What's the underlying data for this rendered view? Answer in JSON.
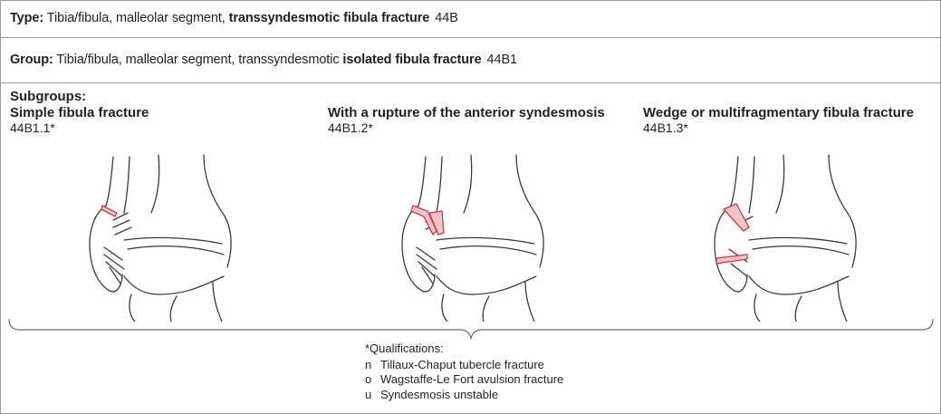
{
  "type_line": {
    "label": "Type:",
    "text": " Tibia/fibula, malleolar segment, ",
    "bold": "transsyndesmotic fibula fracture",
    "code": "44B"
  },
  "group_line": {
    "label": "Group:",
    "text": " Tibia/fibula, malleolar segment, transsyndesmotic ",
    "bold": "isolated fibula fracture",
    "code": "44B1"
  },
  "subgroups": {
    "heading": "Subgroups:",
    "items": [
      {
        "title": "Simple fibula fracture",
        "code": "44B1.1*"
      },
      {
        "title": "With a rupture of the anterior syndesmosis",
        "code": "44B1.2*"
      },
      {
        "title": "Wedge or multifragmentary fibula fracture",
        "code": "44B1.3*"
      }
    ]
  },
  "qualifications": {
    "heading": "*Qualifications:",
    "items": [
      {
        "key": "n",
        "text": "Tillaux-Chaput tubercle fracture"
      },
      {
        "key": "o",
        "text": "Wagstaffe-Le Fort avulsion fracture"
      },
      {
        "key": "u",
        "text": "Syndesmosis unstable"
      }
    ]
  },
  "colors": {
    "fracture_fill": "#f2c6c8",
    "fracture_stroke": "#d0363f",
    "bone_stroke": "#3a3a3a",
    "border": "#9a9a9a"
  }
}
